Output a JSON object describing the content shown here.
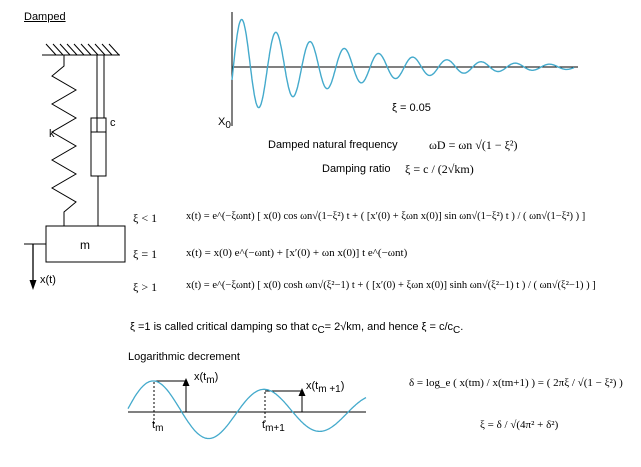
{
  "title": "Damped",
  "model": {
    "spring_label": "k",
    "damper_label": "c",
    "mass_label": "m",
    "displacement_label": "x(t)"
  },
  "response_plot": {
    "origin_label": "X",
    "origin_subscript": "0",
    "damping_value_label": "ξ = 0.05",
    "curve_color": "#44aacc",
    "xi": 0.05
  },
  "definitions": {
    "natural_freq_text": "Damped natural frequency",
    "natural_freq_formula": "ωD = ωn √(1 − ξ²)",
    "damping_ratio_text": "Damping ratio",
    "damping_ratio_formula": "ξ = c / (2√km)"
  },
  "cases": [
    {
      "condition": "ξ < 1",
      "solution": "x(t) = e^(−ξωnt) [ x(0) cos ωn√(1−ξ²) t + ( [x′(0) + ξωn x(0)] sin ωn√(1−ξ²) t ) / ( ωn√(1−ξ²) ) ]"
    },
    {
      "condition": "ξ = 1",
      "solution": "x(t) = x(0) e^(−ωnt) + [x′(0) + ωn x(0)] t e^(−ωnt)"
    },
    {
      "condition": "ξ > 1",
      "solution": "x(t) = e^(−ξωnt) [ x(0) cosh ωn√(ξ²−1) t + ( [x′(0) + ξωn x(0)] sinh ωn√(ξ²−1) t ) / ( ωn√(ξ²−1) ) ]"
    }
  ],
  "critical_note": {
    "prefix": "ξ =1 is called critical damping so that c",
    "sub": "C",
    "middle": "= 2√km, and hence ξ = c/c",
    "suffix_sub": "C",
    "end": "."
  },
  "log_dec": {
    "title": "Logarithmic decrement",
    "peak1_label": "x(t",
    "peak1_sub": "m",
    "peak2_label": "x(t",
    "peak2_sub": "m +1",
    "t1_label": "t",
    "t1_sub": "m",
    "t2_label": "t",
    "t2_sub": "m+1",
    "delta_formula": "δ = log_e ( x(tm) / x(tm+1) ) = ( 2πξ / √(1 − ξ²) )",
    "xi_formula": "ξ = δ / √(4π² + δ²)",
    "curve_color": "#44aacc"
  }
}
